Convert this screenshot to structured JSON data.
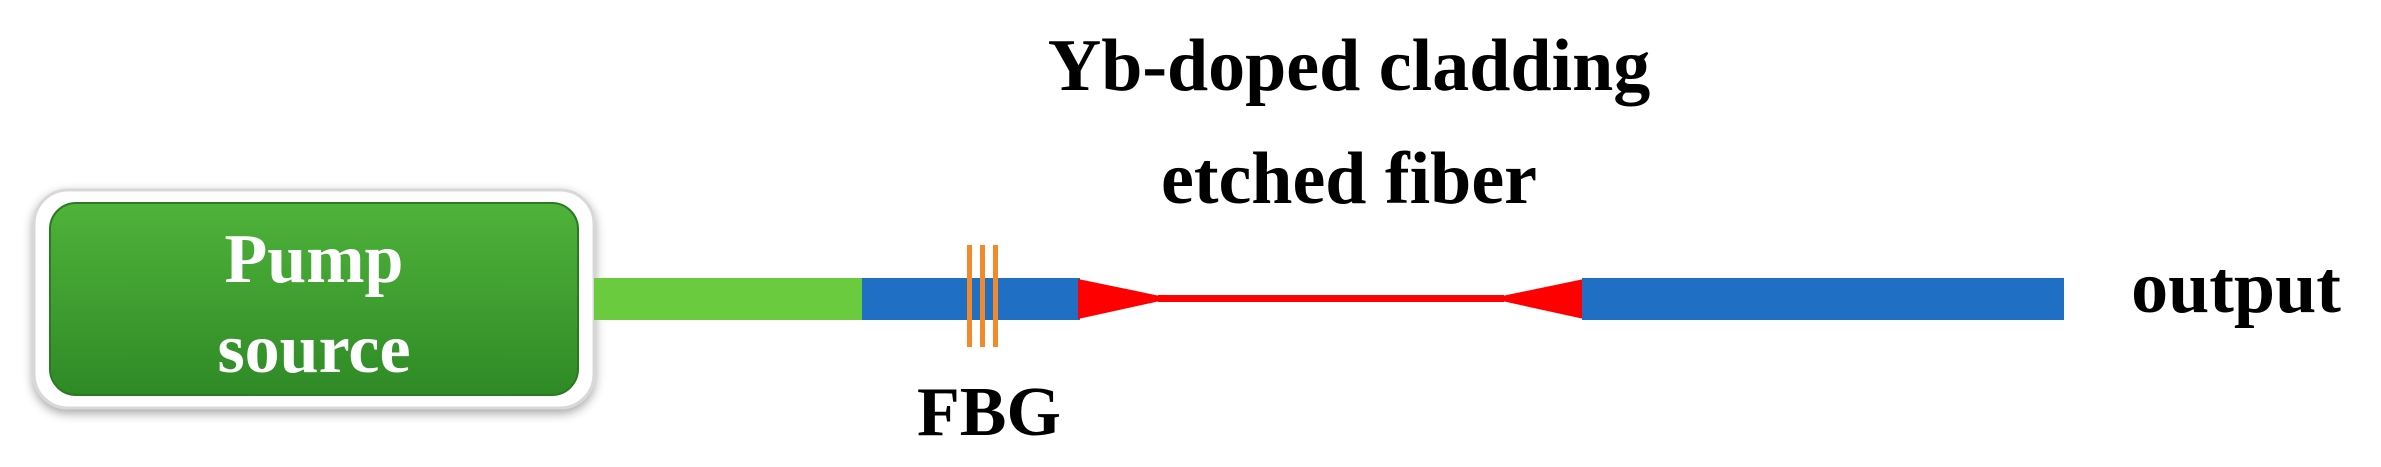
{
  "labels": {
    "pump_line1": "Pump",
    "pump_line2": "source",
    "fiber_line1": "Yb-doped cladding",
    "fiber_line2": "etched fiber",
    "fbg": "FBG",
    "output": "output"
  },
  "colors": {
    "pump_box": "#3e9a2e",
    "pump_fiber": "#6acb3e",
    "passive_fiber": "#1f6fc4",
    "etched_fiber": "#ff0000",
    "fbg_lines": "#f28a2c"
  }
}
